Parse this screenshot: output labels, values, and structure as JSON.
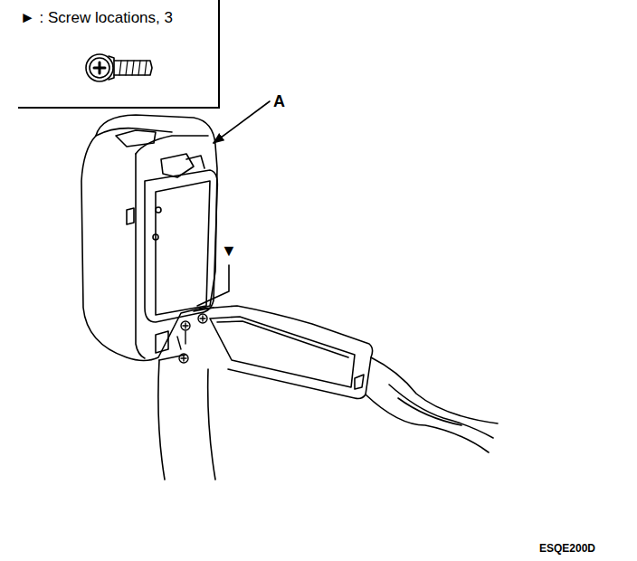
{
  "diagram": {
    "nodes": [
      {
        "text": [
          "► : Screw locations, 3"
        ]
      }
    ],
    "labels": [
      "A",
      "▼",
      "ESQE200D"
    ]
  }
}
